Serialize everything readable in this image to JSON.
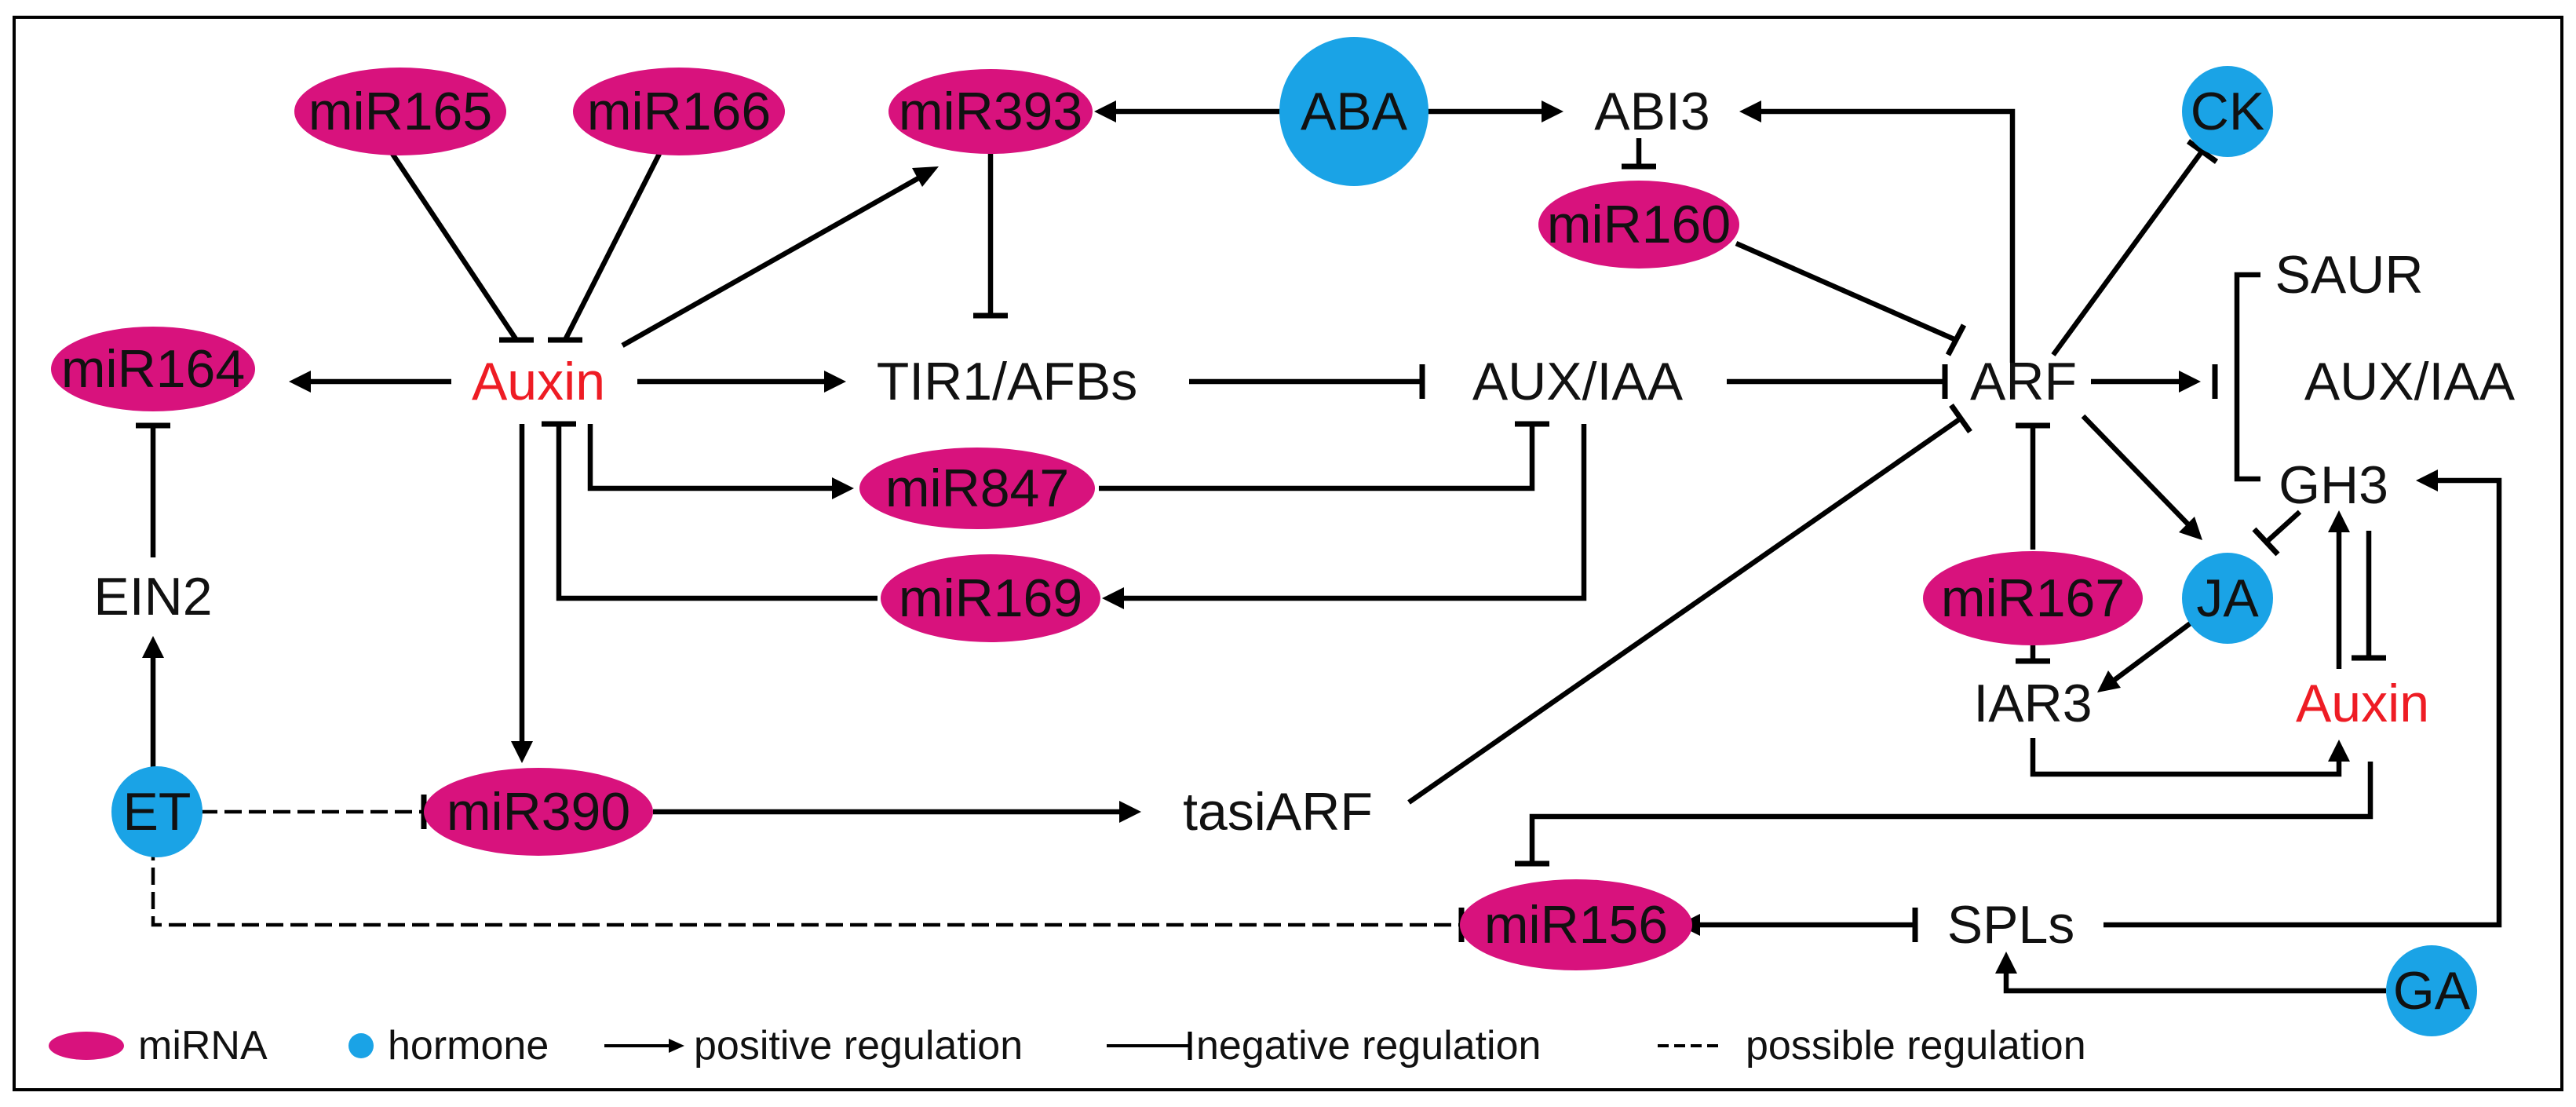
{
  "colors": {
    "mirna": "#d8127d",
    "hormone": "#1aa3e6",
    "auxin_text": "#ee1c24",
    "line": "#000000"
  },
  "nodes": {
    "mir165": "miR165",
    "mir166": "miR166",
    "mir393": "miR393",
    "aba": "ABA",
    "abi3": "ABI3",
    "ck": "CK",
    "mir160": "miR160",
    "saur": "SAUR",
    "mir164": "miR164",
    "auxin_main": "Auxin",
    "tir1": "TIR1/AFBs",
    "auxiaa_mid": "AUX/IAA",
    "arf": "ARF",
    "auxiaa_right": "AUX/IAA",
    "gh3": "GH3",
    "mir847": "miR847",
    "mir169": "miR169",
    "ein2": "EIN2",
    "mir167": "miR167",
    "ja": "JA",
    "iar3": "IAR3",
    "auxin_right": "Auxin",
    "et": "ET",
    "mir390": "miR390",
    "tasiarf": "tasiARF",
    "mir156": "miR156",
    "spls": "SPLs",
    "ga": "GA"
  },
  "legend": {
    "mirna": "miRNA",
    "hormone": "hormone",
    "positive": "positive regulation",
    "negative": "negative regulation",
    "possible": "possible regulation"
  }
}
